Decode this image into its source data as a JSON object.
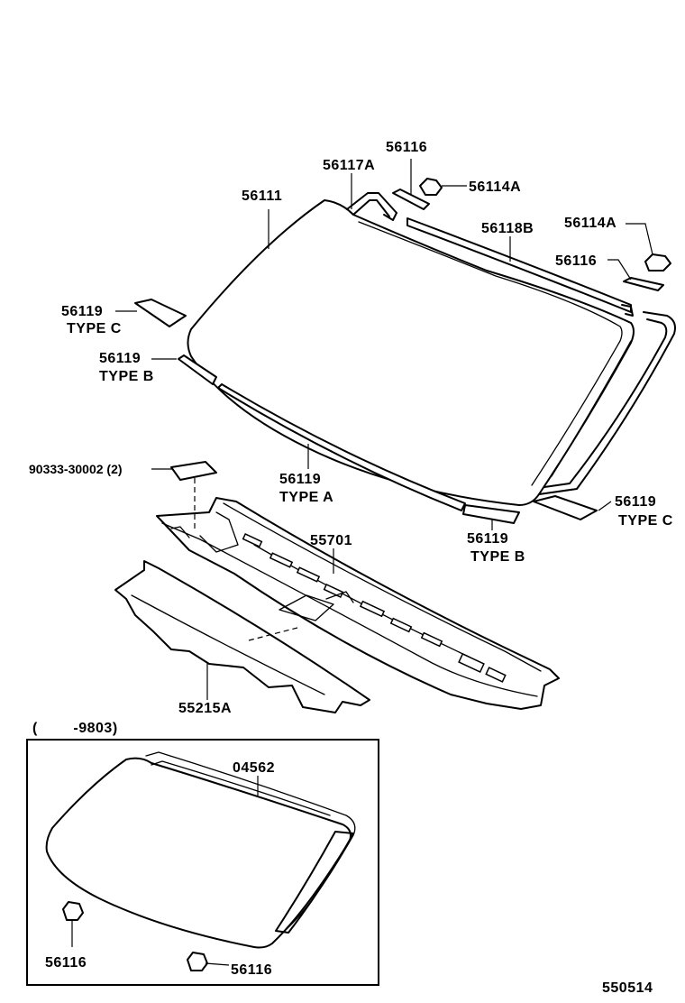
{
  "labels": {
    "windshield_glass": "56111",
    "upper_moulding": "56117A",
    "clip_top": "56116",
    "clip_top_a": "56114A",
    "side_moulding": "56118B",
    "clip_right_a": "56114A",
    "clip_right": "56116",
    "spacer_c_left": "56119",
    "spacer_c_left_type": "TYPE C",
    "spacer_b_left": "56119",
    "spacer_b_left_type": "TYPE B",
    "fastener": "90333-30002 (2)",
    "spacer_a": "56119",
    "spacer_a_type": "TYPE A",
    "spacer_c_right": "56119",
    "spacer_c_right_type": "TYPE C",
    "spacer_b_right": "56119",
    "spacer_b_right_type": "TYPE B",
    "cowl_panel": "55701",
    "cowl_seal": "55215A",
    "inset_range": "(        -9803)",
    "inset_kit": "04562",
    "inset_clip_left": "56116",
    "inset_clip_right": "56116",
    "diagram_number": "550514"
  }
}
